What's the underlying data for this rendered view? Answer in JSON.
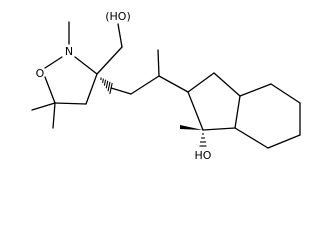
{
  "molecule": {
    "atom_labels": {
      "hydroxymethyl_oh": "(HO)",
      "ring_nitrogen": "N",
      "ring_oxygen": "O",
      "ring_hydroxyl": "HO"
    },
    "colors": {
      "bond": "#000000",
      "background": "#ffffff"
    }
  }
}
